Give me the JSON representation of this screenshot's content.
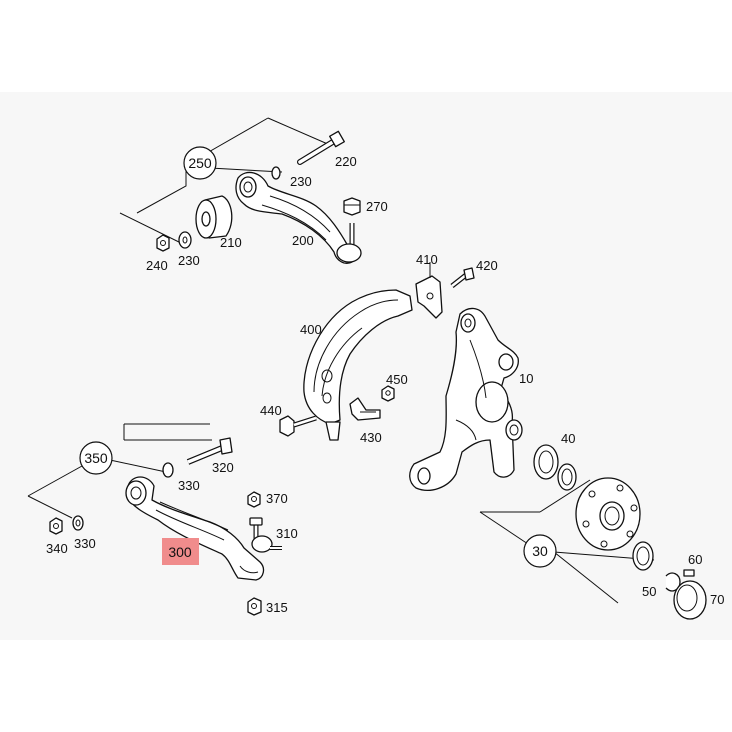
{
  "highlight_color": "#f08c8c",
  "groups": {
    "g250": "250",
    "g350": "350",
    "g30": "30"
  },
  "parts": {
    "p220": "220",
    "p230a": "230",
    "p270": "270",
    "p210": "210",
    "p200": "200",
    "p240": "240",
    "p230b": "230",
    "p410": "410",
    "p420": "420",
    "p400": "400",
    "p450": "450",
    "p10": "10",
    "p440": "440",
    "p430": "430",
    "p40": "40",
    "p320": "320",
    "p330a": "330",
    "p370": "370",
    "p310": "310",
    "p340": "340",
    "p330b": "330",
    "p300": "300",
    "p315": "315",
    "p60": "60",
    "p50": "50",
    "p70": "70"
  }
}
